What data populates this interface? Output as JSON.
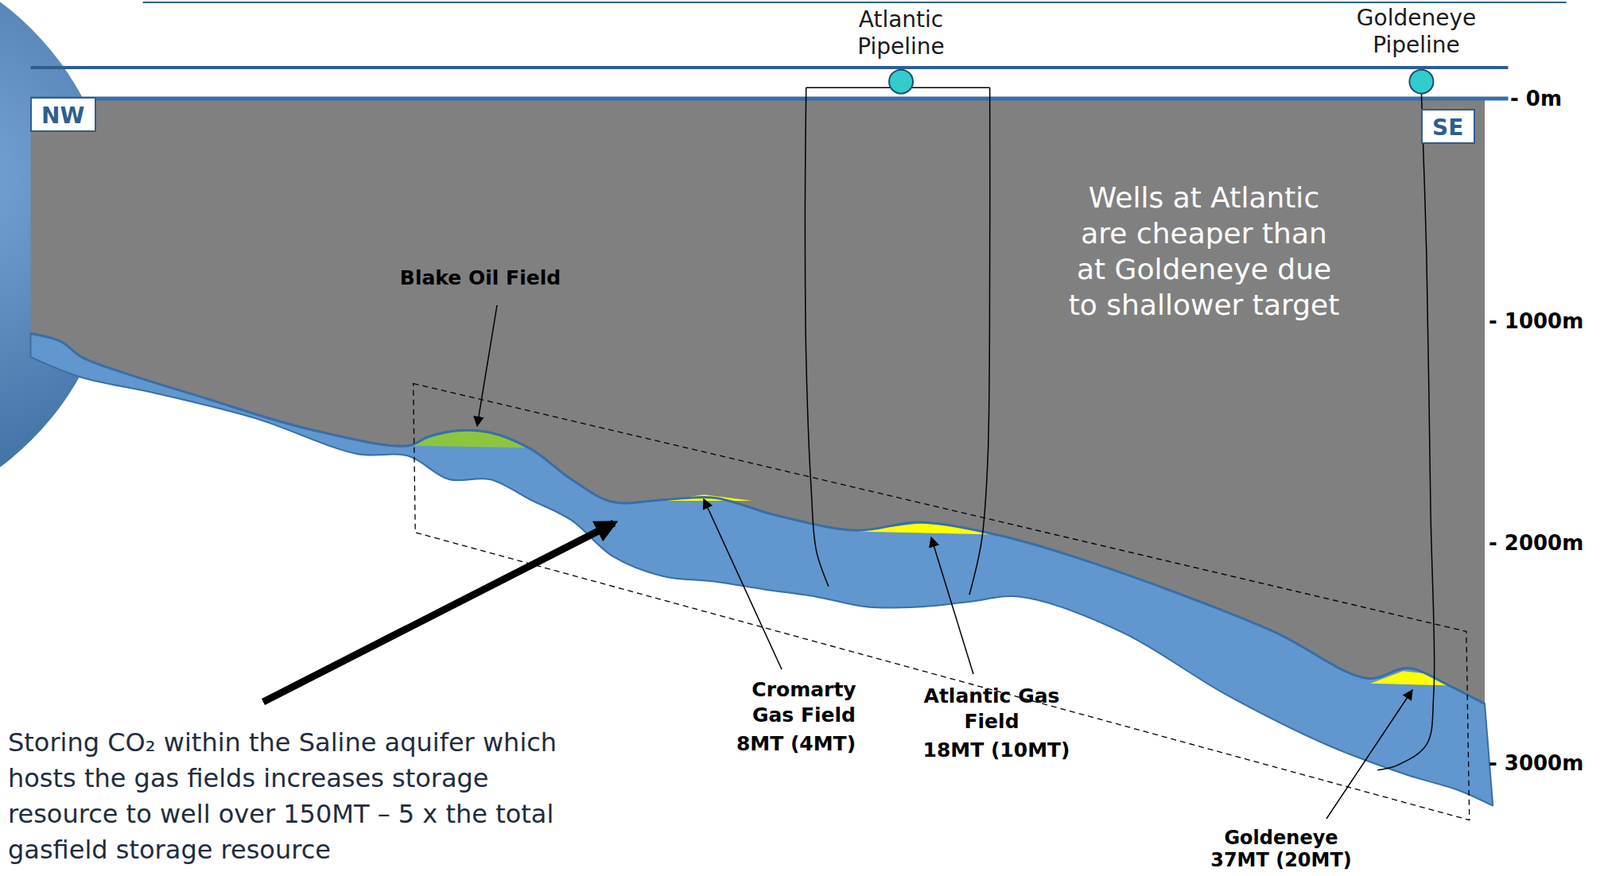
{
  "diagram": {
    "nodes": [
      {
        "text": [
          "NW"
        ]
      },
      {
        "text": [
          "SE"
        ]
      }
    ],
    "labels": [
      "Atlantic Pipeline",
      "Goldeneye Pipeline",
      "- 0m",
      "- 1000m",
      "- 2000m",
      "- 3000m",
      "Wells at Atlantic are cheaper than at Goldeneye due to shallower target",
      "Blake Oil Field",
      "Cromarty Gas Field",
      "8MT (4MT)",
      "Atlantic Gas Field",
      "18MT (10MT)",
      "Goldeneye",
      "37MT (20MT)",
      "Storing CO₂ within the Saline aquifer which hosts the gas fields increases storage resource to well over 150MT – 5 x the total gasfield storage resource"
    ]
  }
}
